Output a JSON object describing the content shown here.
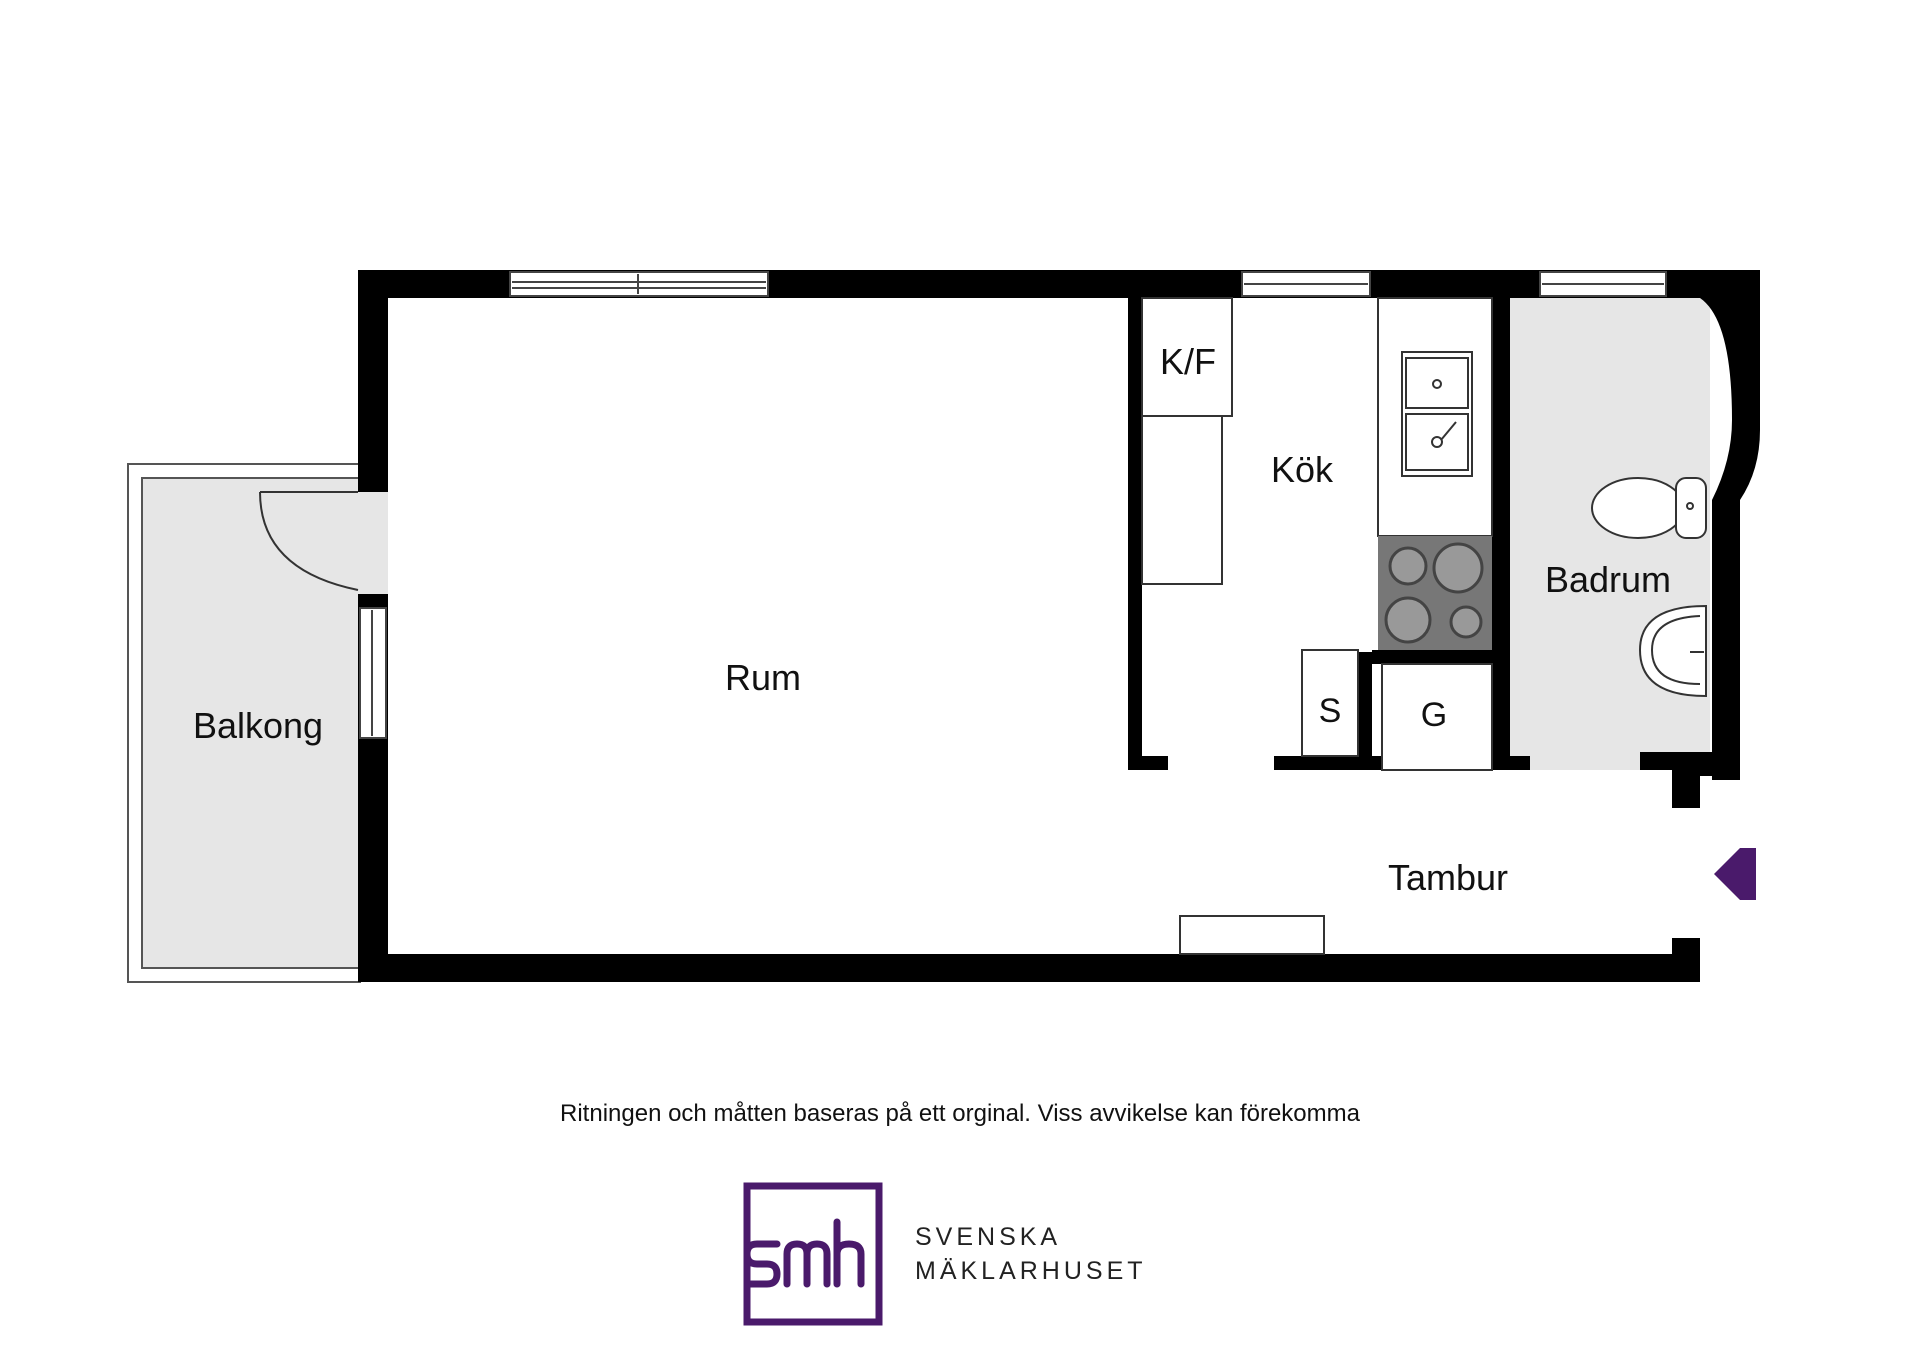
{
  "rooms": {
    "rum": "Rum",
    "balkong": "Balkong",
    "kok": "Kök",
    "kf": "K/F",
    "badrum": "Badrum",
    "s": "S",
    "g": "G",
    "tambur": "Tambur"
  },
  "note": "Ritningen och måtten baseras på ett orginal. Viss avvikelse kan förekomma",
  "logo": {
    "mark": "smh",
    "line1": "SVENSKA",
    "line2": "MÄKLARHUSET"
  },
  "colors": {
    "wall": "#000000",
    "shaded_area": "#e6e6e6",
    "brand": "#4a1a6b"
  },
  "icons": [
    "entrance-arrow-icon",
    "sink-icon",
    "stove-icon",
    "toilet-icon",
    "washbasin-icon",
    "door-swing-icon"
  ]
}
